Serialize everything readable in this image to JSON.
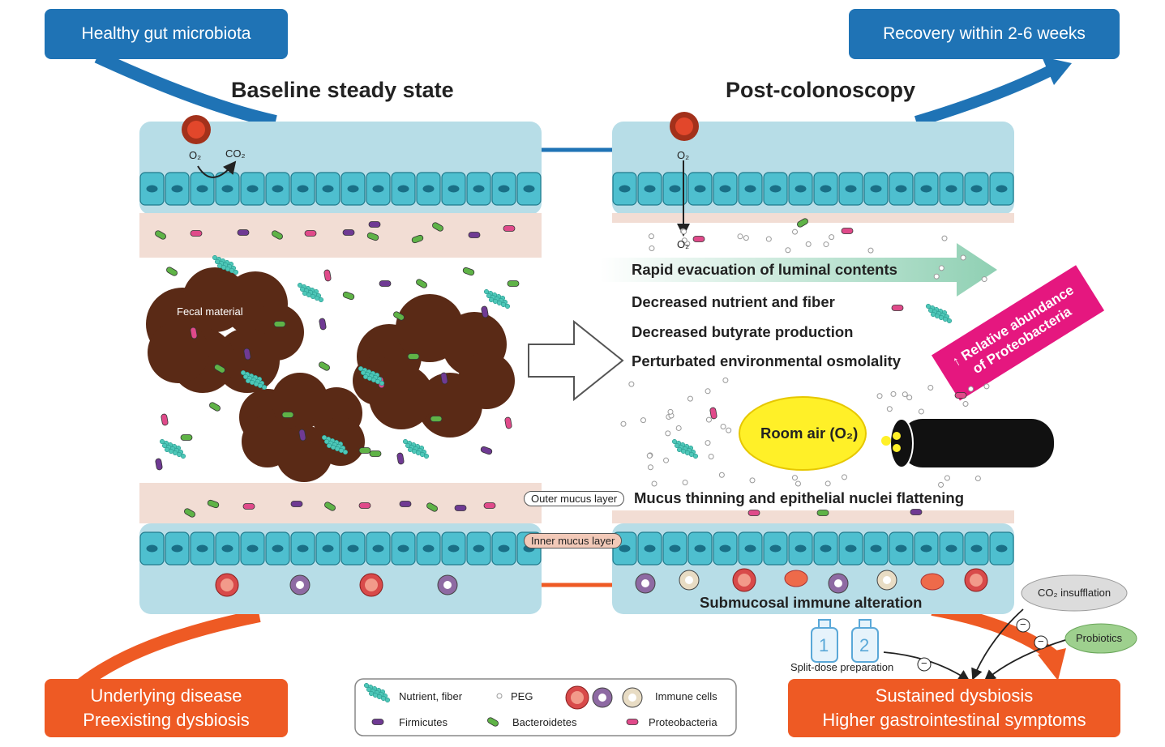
{
  "boxes": {
    "healthy": "Healthy gut microbiota",
    "recovery": "Recovery within 2-6 weeks",
    "underlying_line1": "Underlying disease",
    "underlying_line2": "Preexisting dysbiosis",
    "sustained_line1": "Sustained dysbiosis",
    "sustained_line2": "Higher gastrointestinal symptoms"
  },
  "panels": {
    "left_title": "Baseline steady state",
    "right_title": "Post-colonoscopy",
    "fecal_label": "Fecal material",
    "o2": "O₂",
    "co2": "CO₂",
    "o2_lumen": "O₂"
  },
  "statements": {
    "rapid": "Rapid evacuation of luminal contents",
    "nutrient": "Decreased nutrient and fiber",
    "butyrate": "Decreased butyrate production",
    "osmolality": "Perturbated environmental osmolality",
    "mucus": "Mucus thinning and epithelial nuclei flattening",
    "immune": "Submucosal immune alteration",
    "room_air": "Room air (O₂)",
    "proteo_line1": "↑ Relative abundance",
    "proteo_line2": "of Proteobacteria"
  },
  "layers": {
    "outer": "Outer mucus layer",
    "inner": "Inner mucus layer"
  },
  "factors": {
    "co2_insufflation": "CO₂ insufflation",
    "probiotics": "Probiotics",
    "split_dose": "Split-dose preparation",
    "bottle1": "1",
    "bottle2": "2",
    "minus": "−"
  },
  "legend": {
    "nutrient": "Nutrient, fiber",
    "peg": "PEG",
    "immune": "Immune cells",
    "firmicutes": "Firmicutes",
    "bacteroidetes": "Bacteroidetes",
    "proteobacteria": "Proteobacteria"
  },
  "colors": {
    "blue": "#1f73b5",
    "orange": "#ee5a24",
    "magenta": "#e5177f",
    "feces": "#5a2a16",
    "tissue": "#b7dde7",
    "mucus": "#f2ddd4",
    "firmicutes": "#6f3a93",
    "bacteroidetes": "#5fb347",
    "proteobacteria": "#e04a8a",
    "nutrient": "#4ec7b8"
  }
}
